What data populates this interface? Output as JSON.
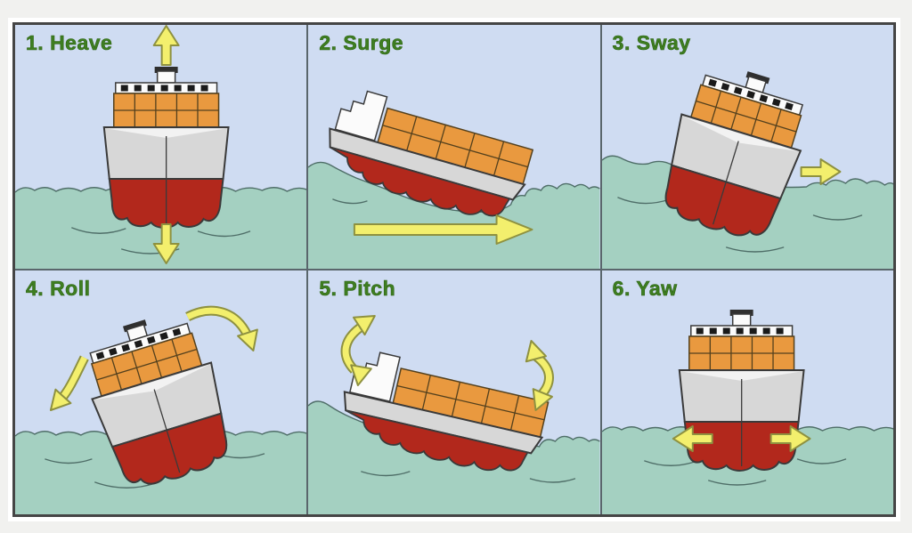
{
  "diagram": {
    "panels": [
      {
        "id": "heave",
        "label": "1. Heave",
        "ship_view": "front-upright",
        "arrows": [
          "up-arrow",
          "down-arrow"
        ]
      },
      {
        "id": "surge",
        "label": "2. Surge",
        "ship_view": "side-tilted",
        "arrows": [
          "long-right-arrow"
        ]
      },
      {
        "id": "sway",
        "label": "3. Sway",
        "ship_view": "front-tilted-right",
        "arrows": [
          "right-arrow"
        ]
      },
      {
        "id": "roll",
        "label": "4. Roll",
        "ship_view": "front-tilted-left",
        "arrows": [
          "curved-arrow-down-right",
          "curved-arrow-down-left"
        ]
      },
      {
        "id": "pitch",
        "label": "5. Pitch",
        "ship_view": "side-tilted",
        "arrows": [
          "curved-double-arrow-left",
          "curved-double-arrow-right"
        ]
      },
      {
        "id": "yaw",
        "label": "6. Yaw",
        "ship_view": "front-upright",
        "arrows": [
          "left-arrow",
          "right-arrow"
        ]
      }
    ],
    "colors": {
      "sky": "#cfdcf2",
      "water": "#a4d0c1",
      "hull_red": "#b2281c",
      "hull_gray": "#d7d7d7",
      "container_orange": "#e9993f",
      "superstructure_white": "#fbfbfb",
      "label_green": "#3e7e21",
      "arrow_yellow": "#f3ef6d",
      "arrow_outline": "#8e9140",
      "grid_line": "#5a666c",
      "outer_border": "#454545",
      "page_background": "#f1f1ef"
    }
  }
}
